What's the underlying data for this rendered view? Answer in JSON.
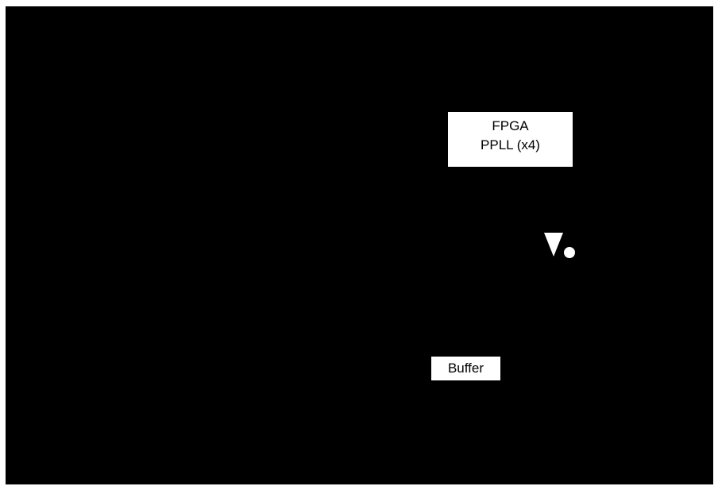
{
  "diagram": {
    "background_color": "#000000",
    "box_color": "#ffffff",
    "pll_block": {
      "line1": "FPGA",
      "line2": "PPLL (x4)"
    },
    "buffer_block": {
      "label": "Buffer"
    },
    "inverter_symbol": {
      "icon": "inverter-triangle-bubble-icon",
      "color": "#ffffff"
    }
  }
}
